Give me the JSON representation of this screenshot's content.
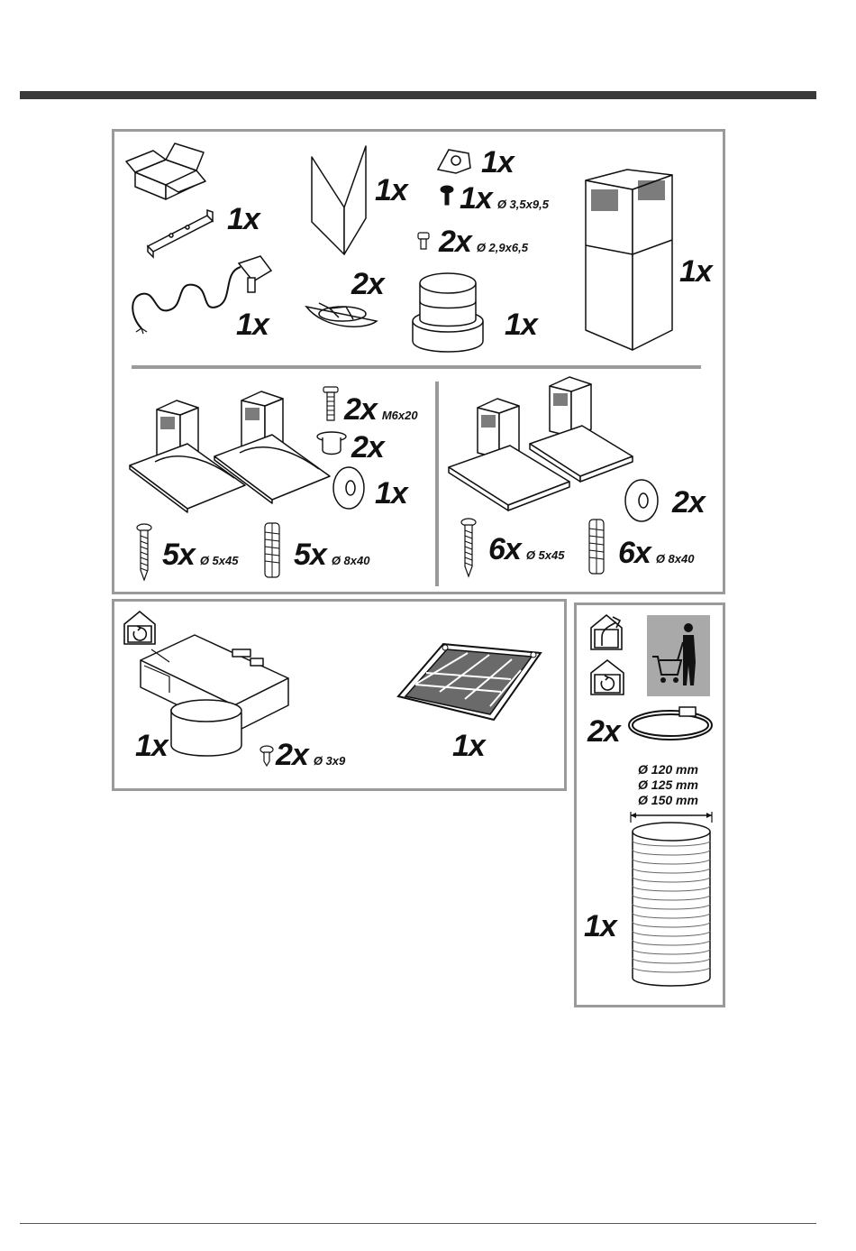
{
  "panel_a": {
    "box_qty": "1x",
    "folded_sheet_qty": "1x",
    "clip_qty": "1x",
    "screw_a_qty": "1x",
    "screw_a_size": "Ø 3,5x9,5",
    "screw_b_qty": "2x",
    "screw_b_size": "Ø 2,9x6,5",
    "cord_qty": "1x",
    "half_ring_qty": "2x",
    "flange_qty": "1x",
    "chimney_qty": "1x"
  },
  "panel_b": {
    "bolt_qty": "2x",
    "bolt_size": "M6x20",
    "bush_qty": "2x",
    "washer_qty": "1x",
    "wood_screw_qty": "5x",
    "wood_screw_size": "Ø 5x45",
    "plug_qty": "5x",
    "plug_size": "Ø 8x40"
  },
  "panel_c": {
    "washer_qty": "2x",
    "wood_screw_qty": "6x",
    "wood_screw_size": "Ø 5x45",
    "plug_qty": "6x",
    "plug_size": "Ø 8x40"
  },
  "panel_d": {
    "deflector_qty": "1x",
    "screw_qty": "2x",
    "screw_size": "Ø 3x9",
    "filter_qty": "1x"
  },
  "panel_e": {
    "clamp_qty": "2x",
    "diameters": [
      "Ø 120 mm",
      "Ø 125 mm",
      "Ø 150 mm"
    ],
    "hose_qty": "1x"
  },
  "icons": [
    "box-icon",
    "bracket-icon",
    "power-cord-icon",
    "folded-sheet-icon",
    "half-ring-icon",
    "clip-icon",
    "screw-icon",
    "flange-icon",
    "chimney-icon",
    "hood-icon",
    "bolt-icon",
    "bush-icon",
    "washer-icon",
    "wood-screw-icon",
    "wall-plug-icon",
    "recirculation-icon",
    "deflector-icon",
    "carbon-filter-icon",
    "duct-out-icon",
    "shopping-cart-icon",
    "hose-clamp-icon",
    "flexible-hose-icon"
  ]
}
